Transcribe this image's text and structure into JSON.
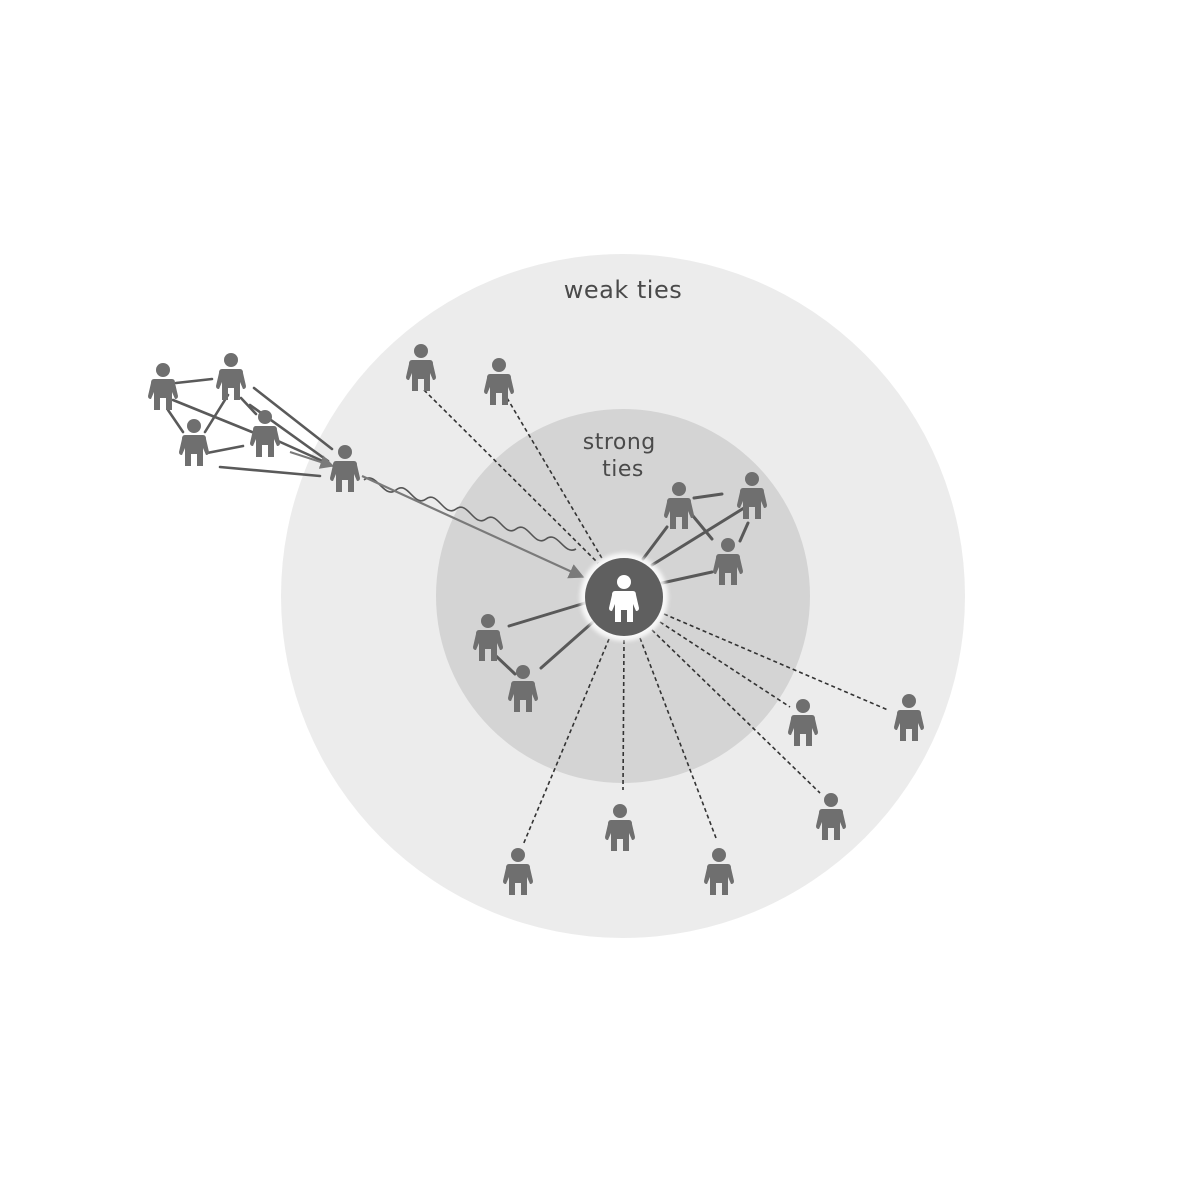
{
  "zones": {
    "weak_label": "weak ties",
    "strong_label_line1": "strong",
    "strong_label_line2": "ties"
  },
  "colors": {
    "outer_circle": "#ececec",
    "inner_circle": "#d4d4d4",
    "person": "#6f6f6f",
    "ego_background": "#5f5f5f",
    "ego_person": "#ffffff",
    "strong_tie_line": "#595959",
    "weak_tie_line": "#333333",
    "bridge_arrow": "#7a7a7a"
  },
  "icons": {
    "person": "person-icon",
    "ego": "ego-person-icon"
  }
}
